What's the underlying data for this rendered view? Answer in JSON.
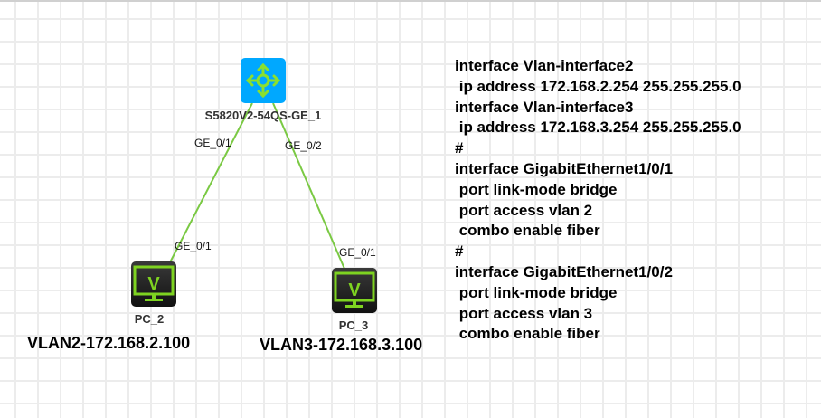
{
  "switch": {
    "name": "S5820V2-54QS-GE_1",
    "icon": "l3-switch-icon",
    "color": "#00a8ff"
  },
  "pcs": [
    {
      "name": "PC_2",
      "vlan_label": "VLAN2-172.168.2.100",
      "port": "GE_0/1",
      "switch_port": "GE_0/1"
    },
    {
      "name": "PC_3",
      "vlan_label": "VLAN3-172.168.3.100",
      "port": "GE_0/1",
      "switch_port": "GE_0/2"
    }
  ],
  "link_color": "#7ac943",
  "config_lines": [
    "interface Vlan-interface2",
    " ip address 172.168.2.254 255.255.255.0",
    "interface Vlan-interface3",
    " ip address 172.168.3.254 255.255.255.0",
    "#",
    "interface GigabitEthernet1/0/1",
    " port link-mode bridge",
    " port access vlan 2",
    " combo enable fiber",
    "#",
    "interface GigabitEthernet1/0/2",
    " port link-mode bridge",
    " port access vlan 3",
    " combo enable fiber"
  ]
}
